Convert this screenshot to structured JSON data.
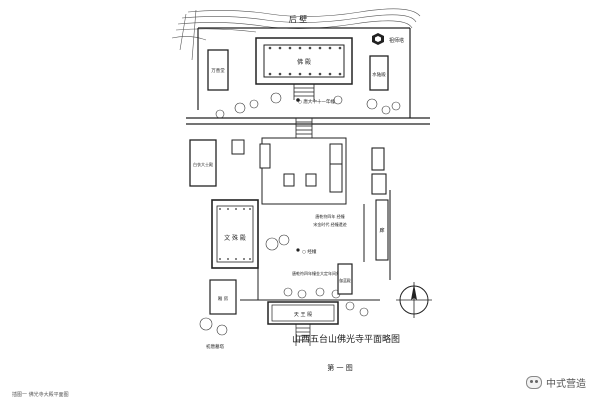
{
  "labels": {
    "north_wall": "后 壁",
    "main_hall": "佛 殿",
    "west_top_hall": "万善堂",
    "east_top_building": "水陆殿",
    "pagoda": "祖师塔",
    "upper_gate_note": "○ 唐大中十一年幢",
    "west_mid_hall": "白衣大士殿",
    "wenshu_hall": "文 殊 殿",
    "courtyard_note_1": "唐乾符四年 经幢",
    "courtyard_note_2": "宋金时代 经幢遗迹",
    "dhrani_pillar": "○ 经幢",
    "lower_court_note": "唐乾符四年幢金大定年间刻",
    "gate_hall": "天 王 殿",
    "side_room": "厢 房",
    "east_side_hall": "伽蓝殿",
    "east_corridor": "廊",
    "map_title": "山西五台山佛光寺平面略图",
    "figure_number": "第 一 图",
    "lower_left_note": "初唐墓塔"
  },
  "caption": "插图一 佛光寺大殿平面图",
  "watermark": "中式营造",
  "colors": {
    "ink": "#222222",
    "paper": "#ffffff",
    "fill_grey": "#e8e8e8"
  },
  "icons": [
    "north-arrow-icon",
    "wechat-icon"
  ]
}
